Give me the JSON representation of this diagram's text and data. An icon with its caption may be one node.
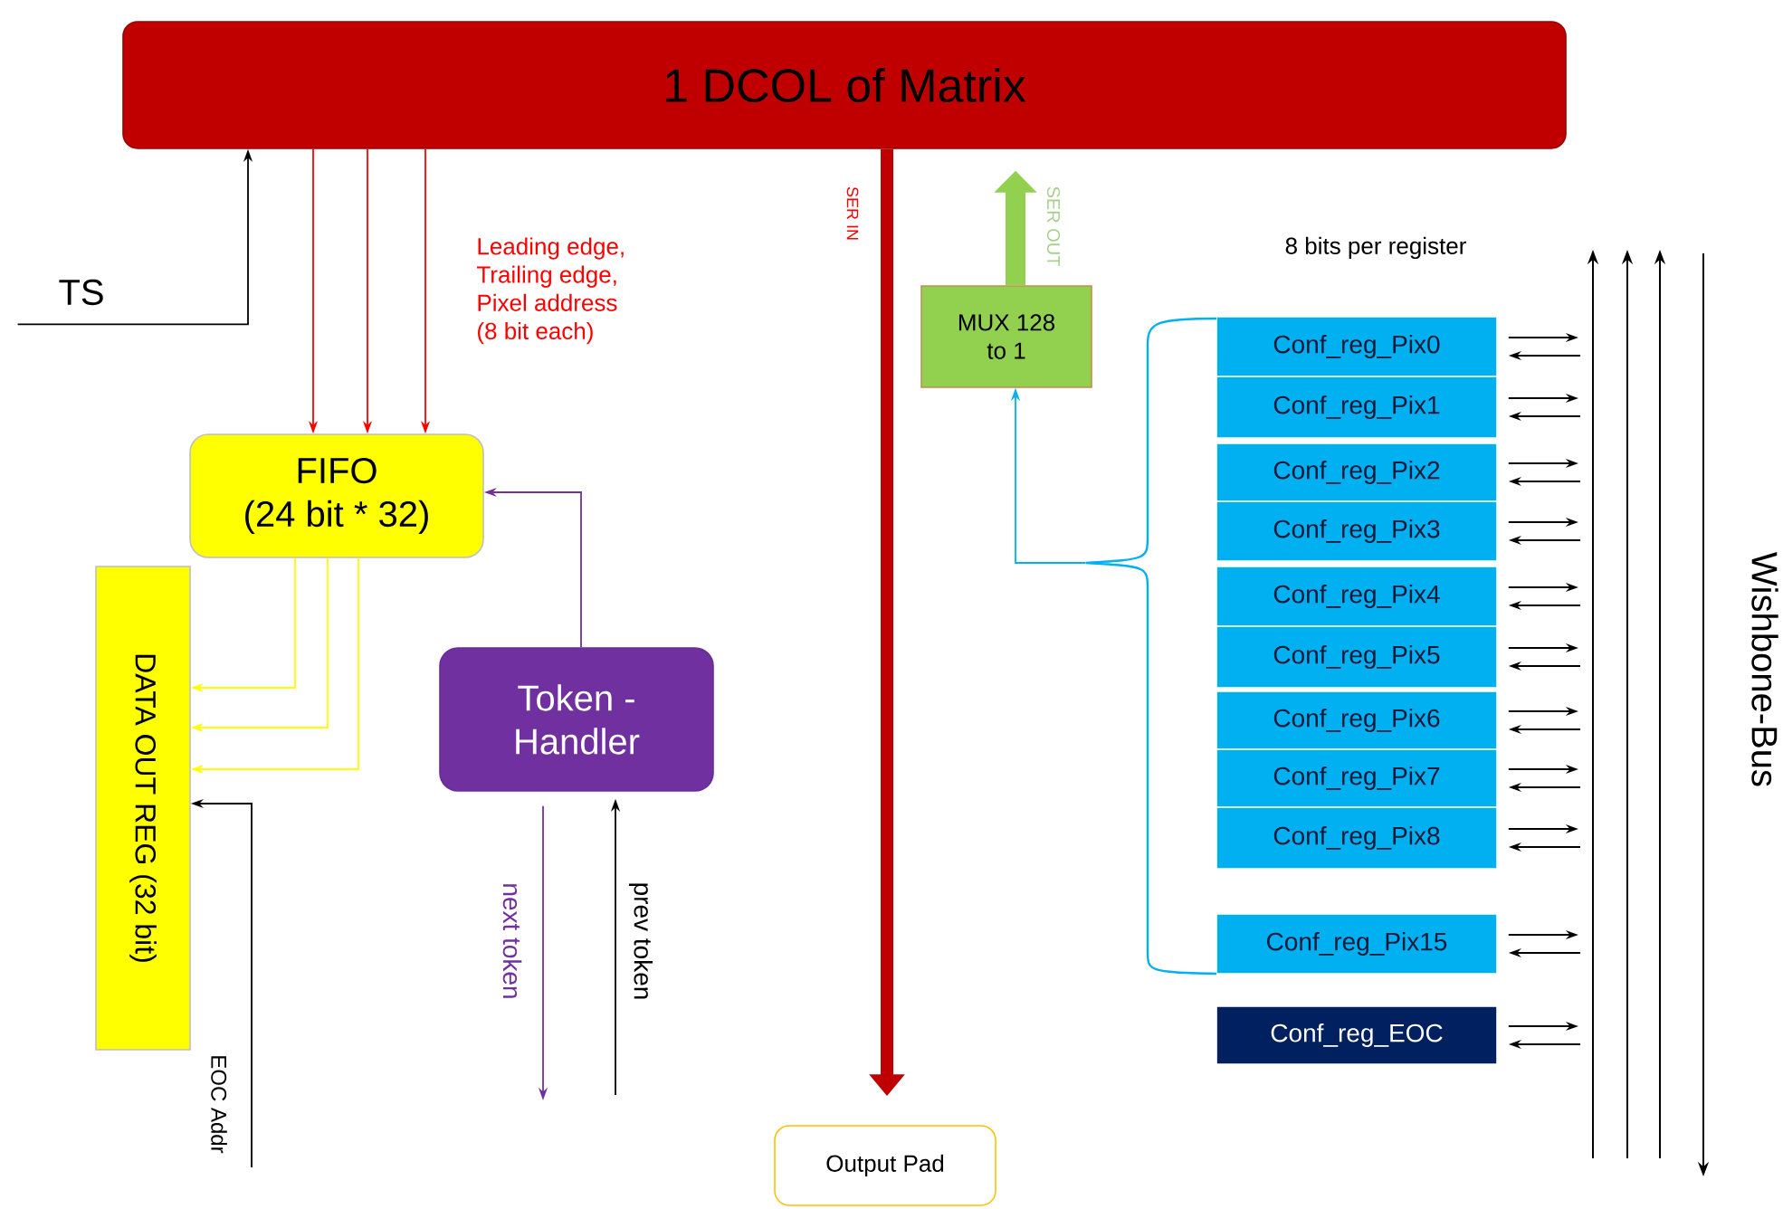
{
  "diagram": {
    "nodes": [
      {
        "text": [
          "1 DCOL of Matrix"
        ]
      },
      {
        "text": [
          "FIFO",
          "(24 bit * 32)"
        ]
      },
      {
        "text": [
          "DATA OUT REG (32 bit)"
        ]
      },
      {
        "text": [
          "Token - Handler"
        ]
      },
      {
        "text": [
          "MUX 128 to 1"
        ]
      },
      {
        "text": [
          "Conf_reg_Pix0"
        ]
      },
      {
        "text": [
          "Conf_reg_Pix1"
        ]
      },
      {
        "text": [
          "Conf_reg_Pix2"
        ]
      },
      {
        "text": [
          "Conf_reg_Pix3"
        ]
      },
      {
        "text": [
          "Conf_reg_Pix4"
        ]
      },
      {
        "text": [
          "Conf_reg_Pix5"
        ]
      },
      {
        "text": [
          "Conf_reg_Pix6"
        ]
      },
      {
        "text": [
          "Conf_reg_Pix7"
        ]
      },
      {
        "text": [
          "Conf_reg_Pix8"
        ]
      },
      {
        "text": [
          "Conf_reg_Pix15"
        ]
      },
      {
        "text": [
          "Conf_reg_EOC"
        ]
      },
      {
        "text": [
          "Output Pad"
        ]
      },
      {
        "text": [
          "TS"
        ]
      },
      {
        "text": [],
        "shape": "brace"
      }
    ],
    "edges": [
      {
        "from": 17,
        "to": 0,
        "arrow": "to"
      },
      {
        "from": 0,
        "to": 1,
        "arrow": "to",
        "color": "#ff0000"
      },
      {
        "from": 0,
        "to": 1,
        "arrow": "to",
        "color": "#ff0000"
      },
      {
        "from": 0,
        "to": 1,
        "arrow": "to",
        "color": "#ff0000"
      },
      {
        "from": 1,
        "to": 2,
        "arrow": "to",
        "color": "#ffff00"
      },
      {
        "from": 1,
        "to": 2,
        "arrow": "to",
        "color": "#ffff00"
      },
      {
        "from": 1,
        "to": 2,
        "arrow": "to",
        "color": "#ffff00"
      },
      {
        "from": 3,
        "to": 1,
        "arrow": "to",
        "color": "#7030a0"
      },
      {
        "from": 3,
        "to": null,
        "arrow": "to",
        "label": "next token",
        "color": "#7030a0"
      },
      {
        "from": null,
        "to": 3,
        "arrow": "to",
        "label": "prev token"
      },
      {
        "from": null,
        "to": 2,
        "arrow": "to",
        "label": "EOC Addr"
      },
      {
        "from": 0,
        "to": 16,
        "arrow": "to",
        "label": "SER IN",
        "style": "thick",
        "color": "#c00000"
      },
      {
        "from": 4,
        "to": 0,
        "arrow": "to",
        "label": "SER OUT",
        "style": "thick",
        "color": "#92d050"
      },
      {
        "from": 18,
        "to": 4,
        "arrow": "to",
        "color": "#00b0f0"
      },
      {
        "from": 5,
        "to": null,
        "arrow": "to"
      },
      {
        "from": null,
        "to": 5,
        "arrow": "to"
      },
      {
        "from": 6,
        "to": null,
        "arrow": "to"
      },
      {
        "from": null,
        "to": 6,
        "arrow": "to"
      },
      {
        "from": 7,
        "to": null,
        "arrow": "to"
      },
      {
        "from": null,
        "to": 7,
        "arrow": "to"
      },
      {
        "from": 8,
        "to": null,
        "arrow": "to"
      },
      {
        "from": null,
        "to": 8,
        "arrow": "to"
      },
      {
        "from": 9,
        "to": null,
        "arrow": "to"
      },
      {
        "from": null,
        "to": 9,
        "arrow": "to"
      },
      {
        "from": 10,
        "to": null,
        "arrow": "to"
      },
      {
        "from": null,
        "to": 10,
        "arrow": "to"
      },
      {
        "from": 11,
        "to": null,
        "arrow": "to"
      },
      {
        "from": null,
        "to": 11,
        "arrow": "to"
      },
      {
        "from": 12,
        "to": null,
        "arrow": "to"
      },
      {
        "from": null,
        "to": 12,
        "arrow": "to"
      },
      {
        "from": 13,
        "to": null,
        "arrow": "to"
      },
      {
        "from": null,
        "to": 13,
        "arrow": "to"
      },
      {
        "from": 14,
        "to": null,
        "arrow": "to"
      },
      {
        "from": null,
        "to": 14,
        "arrow": "to"
      },
      {
        "from": 15,
        "to": null,
        "arrow": "to"
      },
      {
        "from": null,
        "to": 15,
        "arrow": "to"
      }
    ],
    "labels": [
      "Leading edge, Trailing edge, Pixel address (8 bit each)",
      "8 bits per register",
      "Wishbone-Bus"
    ]
  }
}
